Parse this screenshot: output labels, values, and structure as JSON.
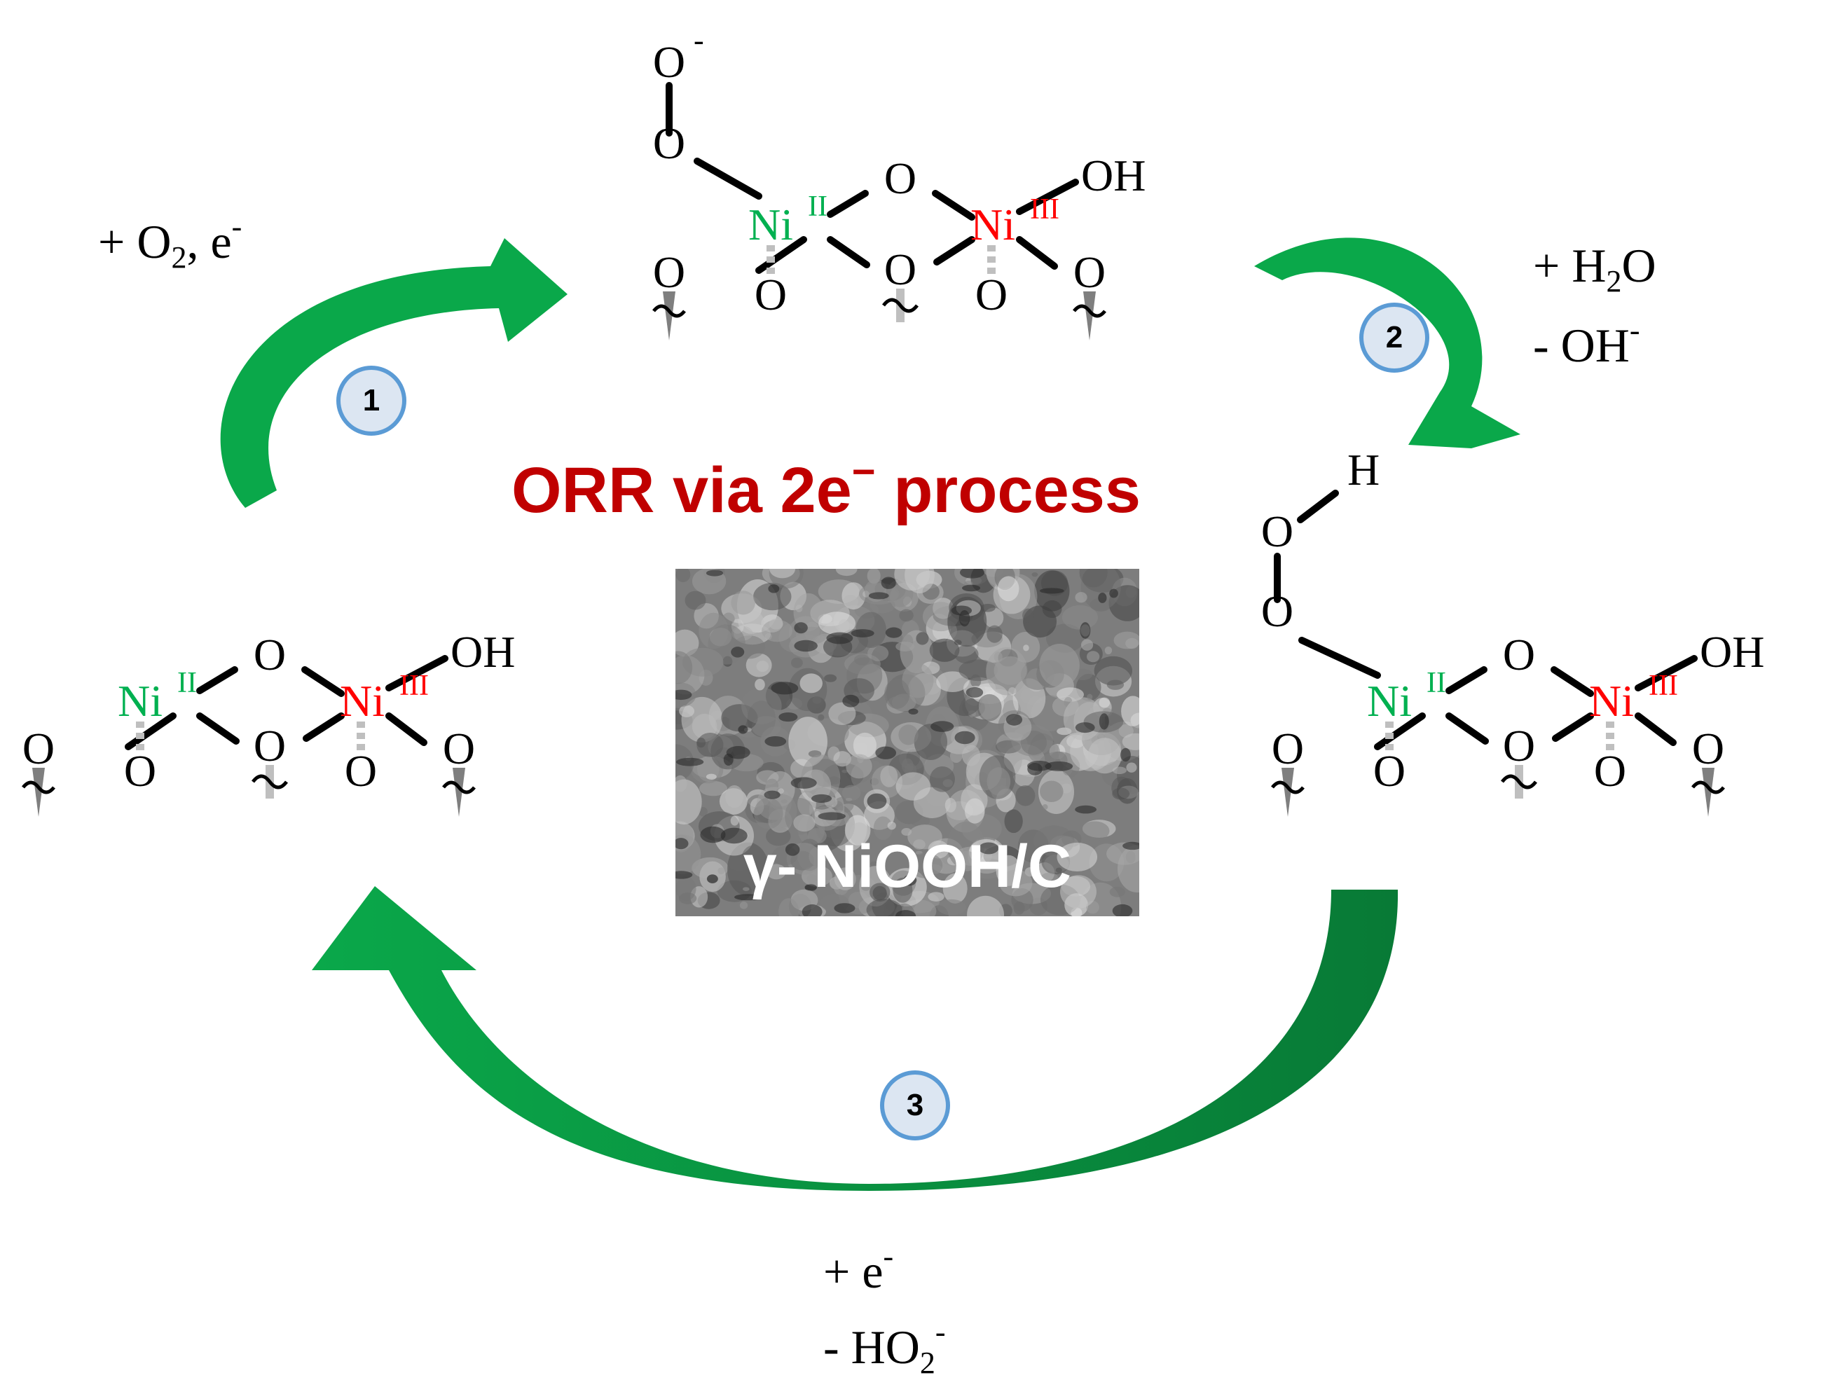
{
  "title": {
    "main": "ORR via 2e",
    "sup": "−",
    "rest": " process"
  },
  "catalyst_label": "γ- NiOOH/C",
  "steps": [
    {
      "number": "1",
      "reagents": [
        "+ O",
        "2",
        ", e",
        "-"
      ]
    },
    {
      "number": "2",
      "reagents": [
        "+ H",
        "2",
        "O",
        "- OH",
        "-"
      ]
    },
    {
      "number": "3",
      "reagents": [
        "+ e",
        "-",
        "-  HO",
        "2",
        "-"
      ]
    }
  ],
  "atoms": {
    "O": "O",
    "OH": "OH",
    "H": "H",
    "Ni": "Ni",
    "ox_II": "II",
    "ox_III": "III",
    "O_minus": "-"
  },
  "colors": {
    "ni_ii": "#00b050",
    "ni_iii": "#ff0000",
    "title": "#c00000",
    "arrow": "#0aa84a",
    "badge_fill": "#dce6f2",
    "badge_border": "#5b9bd5"
  }
}
